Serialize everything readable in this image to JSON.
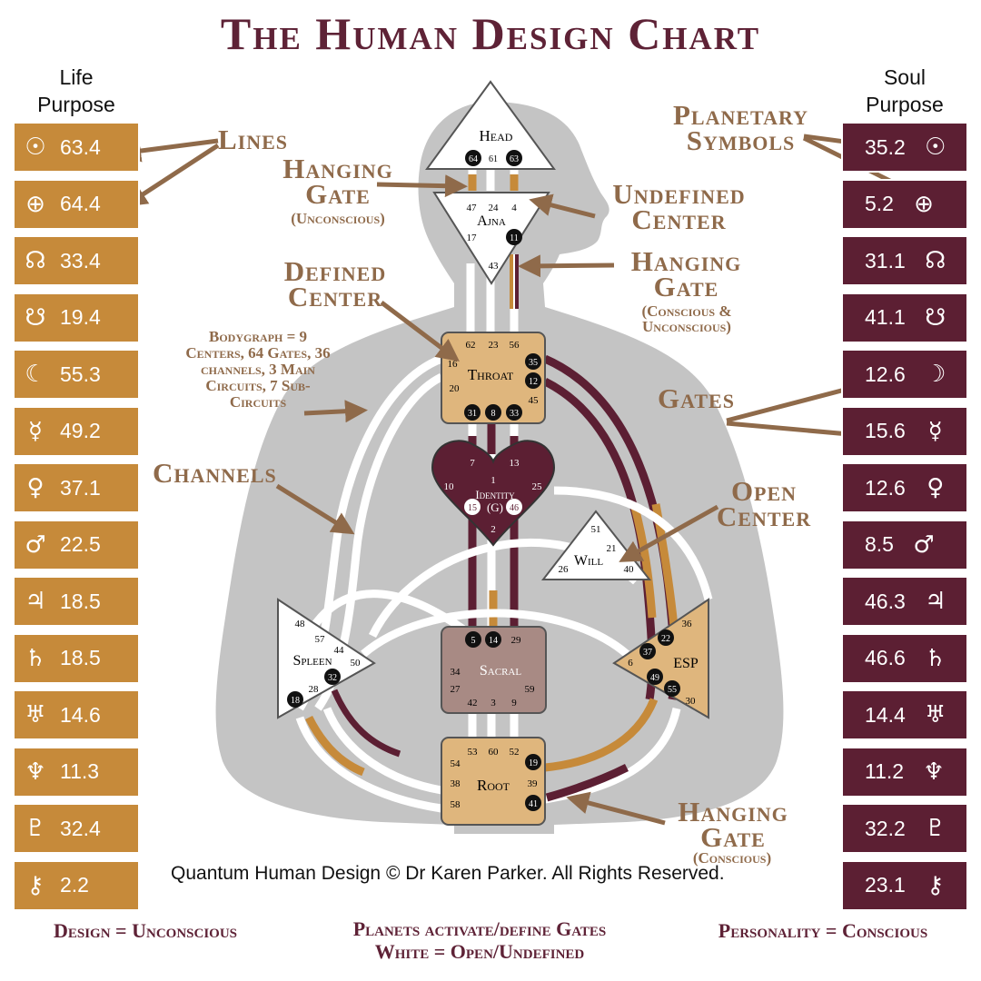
{
  "title": "The Human Design Chart",
  "left_column": {
    "header": [
      "Life",
      "Purpose"
    ],
    "rows": [
      {
        "symbol": "☉",
        "icon": "sun-icon",
        "value": "63.4"
      },
      {
        "symbol": "⊕",
        "icon": "earth-icon",
        "value": "64.4"
      },
      {
        "symbol": "☊",
        "icon": "north-node-icon",
        "value": "33.4"
      },
      {
        "symbol": "☋",
        "icon": "south-node-icon",
        "value": "19.4"
      },
      {
        "symbol": "☾",
        "icon": "moon-icon",
        "value": "55.3"
      },
      {
        "symbol": "☿",
        "icon": "mercury-icon",
        "value": "49.2"
      },
      {
        "symbol": "♀",
        "icon": "venus-icon",
        "value": "37.1"
      },
      {
        "symbol": "♂",
        "icon": "mars-icon",
        "value": "22.5"
      },
      {
        "symbol": "♃",
        "icon": "jupiter-icon",
        "value": "18.5"
      },
      {
        "symbol": "♄",
        "icon": "saturn-icon",
        "value": "18.5"
      },
      {
        "symbol": "♅",
        "icon": "uranus-icon",
        "value": "14.6"
      },
      {
        "symbol": "♆",
        "icon": "neptune-icon",
        "value": "11.3"
      },
      {
        "symbol": "♇",
        "icon": "pluto-icon",
        "value": "32.4"
      },
      {
        "symbol": "⚷",
        "icon": "chiron-icon",
        "value": "2.2"
      }
    ]
  },
  "right_column": {
    "header": [
      "Soul",
      "Purpose"
    ],
    "rows": [
      {
        "symbol": "☉",
        "icon": "sun-icon",
        "value": "35.2"
      },
      {
        "symbol": "⊕",
        "icon": "earth-icon",
        "value": "5.2"
      },
      {
        "symbol": "☊",
        "icon": "north-node-icon",
        "value": "31.1"
      },
      {
        "symbol": "☋",
        "icon": "south-node-icon",
        "value": "41.1"
      },
      {
        "symbol": "☽",
        "icon": "moon-icon",
        "value": "12.6"
      },
      {
        "symbol": "☿",
        "icon": "mercury-icon",
        "value": "15.6"
      },
      {
        "symbol": "♀",
        "icon": "venus-icon",
        "value": "12.6"
      },
      {
        "symbol": "♂",
        "icon": "mars-icon",
        "value": "8.5"
      },
      {
        "symbol": "♃",
        "icon": "jupiter-icon",
        "value": "46.3"
      },
      {
        "symbol": "♄",
        "icon": "saturn-icon",
        "value": "46.6"
      },
      {
        "symbol": "♅",
        "icon": "uranus-icon",
        "value": "14.4"
      },
      {
        "symbol": "♆",
        "icon": "neptune-icon",
        "value": "11.2"
      },
      {
        "symbol": "♇",
        "icon": "pluto-icon",
        "value": "32.2"
      },
      {
        "symbol": "⚷",
        "icon": "chiron-icon",
        "value": "23.1"
      }
    ]
  },
  "annotations": {
    "lines": "Lines",
    "hanging_gate_left": [
      "Hanging",
      "Gate"
    ],
    "hanging_gate_left_note": "(Unconscious)",
    "undefined_center": [
      "Undefined",
      "Center"
    ],
    "planetary_symbols": [
      "Planetary",
      "Symbols"
    ],
    "defined_center": [
      "Defined",
      "Center"
    ],
    "hanging_gate_right": [
      "Hanging",
      "Gate"
    ],
    "hanging_gate_right_note": [
      "(Conscious &",
      "Unconscious)"
    ],
    "bodygraph": [
      "Bodygraph = 9",
      "Centers, 64 Gates, 36",
      "channels, 3  Main",
      "Circuits, 7 Sub-",
      "Circuits"
    ],
    "gates": "Gates",
    "channels": "Channels",
    "open_center": [
      "Open",
      "Center"
    ],
    "hanging_gate_bottom": [
      "Hanging",
      "Gate"
    ],
    "hanging_gate_bottom_note": "(Conscious)"
  },
  "centers": {
    "head": {
      "name": "Head",
      "gates": [
        "64",
        "61",
        "63"
      ]
    },
    "ajna": {
      "name": "Ajna",
      "gates": [
        "47",
        "24",
        "4",
        "17",
        "11",
        "43"
      ]
    },
    "throat": {
      "name": "Throat",
      "gates": [
        "62",
        "23",
        "56",
        "16",
        "35",
        "20",
        "12",
        "45",
        "31",
        "8",
        "33"
      ]
    },
    "g": {
      "name": [
        "Identity",
        "(G)"
      ],
      "gates": [
        "7",
        "13",
        "1",
        "10",
        "25",
        "15",
        "46",
        "2"
      ]
    },
    "will": {
      "name": "Will",
      "gates": [
        "51",
        "21",
        "26",
        "40"
      ]
    },
    "spleen": {
      "name": "Spleen",
      "gates": [
        "48",
        "57",
        "44",
        "50",
        "32",
        "28",
        "18"
      ]
    },
    "sacral": {
      "name": "Sacral",
      "gates": [
        "5",
        "14",
        "29",
        "34",
        "27",
        "59",
        "42",
        "3",
        "9"
      ]
    },
    "esp": {
      "name": "ESP",
      "gates": [
        "36",
        "22",
        "37",
        "6",
        "49",
        "55",
        "30"
      ]
    },
    "root": {
      "name": "Root",
      "gates": [
        "53",
        "60",
        "52",
        "54",
        "19",
        "38",
        "39",
        "58",
        "41"
      ]
    }
  },
  "copyright": "Quantum Human Design © Dr Karen Parker. All Rights Reserved.",
  "footer": {
    "left": "Design = Unconscious",
    "center": [
      "Planets activate/define Gates",
      "White = Open/Undefined"
    ],
    "right": "Personality = Conscious"
  },
  "colors": {
    "gold": "#c68a3a",
    "maroon": "#5c1f33",
    "tan": "#dfb67d",
    "sacral": "#a88a84",
    "body": "#c4c4c4",
    "annotation": "#8f6a4a",
    "title": "#5e2236"
  }
}
